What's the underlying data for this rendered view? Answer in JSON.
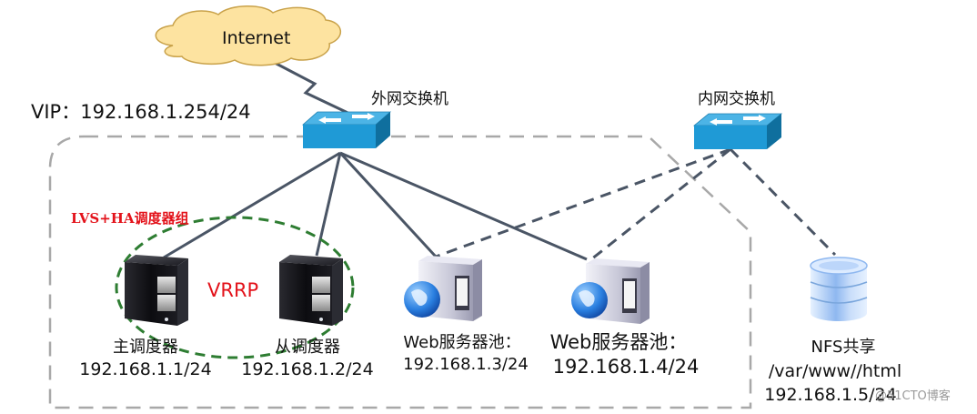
{
  "diagram": {
    "internet": {
      "label": "Internet"
    },
    "vip": {
      "label": "VIP：192.168.1.254/24"
    },
    "outer_switch": {
      "label": "外网交换机"
    },
    "inner_switch": {
      "label": "内网交换机"
    },
    "lvs_group": {
      "label": "LVS+HA调度器组",
      "protocol": "VRRP"
    },
    "nodes": [
      {
        "id": "master",
        "name": "主调度器",
        "ip": "192.168.1.1/24"
      },
      {
        "id": "backup",
        "name": "从调度器",
        "ip": "192.168.1.2/24"
      },
      {
        "id": "web1",
        "name": "Web服务器池：",
        "ip": "192.168.1.3/24"
      },
      {
        "id": "web2",
        "name": "Web服务器池：",
        "ip": "192.168.1.4/24"
      },
      {
        "id": "nfs",
        "name": "NFS共享",
        "path": "/var/www//html",
        "ip": "192.168.1.5/24"
      }
    ],
    "edges": [
      {
        "from": "internet",
        "to": "outer_switch",
        "style": "lightning"
      },
      {
        "from": "outer_switch",
        "to": "master",
        "style": "solid"
      },
      {
        "from": "outer_switch",
        "to": "backup",
        "style": "solid"
      },
      {
        "from": "outer_switch",
        "to": "web1",
        "style": "solid"
      },
      {
        "from": "outer_switch",
        "to": "web2",
        "style": "solid"
      },
      {
        "from": "inner_switch",
        "to": "web1",
        "style": "dashed"
      },
      {
        "from": "inner_switch",
        "to": "web2",
        "style": "dashed"
      },
      {
        "from": "inner_switch",
        "to": "nfs",
        "style": "dashed"
      }
    ],
    "colors": {
      "cloud_fill": "#fde3a0",
      "cloud_stroke": "#c9a24a",
      "switch_top": "#4cb4e6",
      "switch_front": "#1f9ad6",
      "switch_side": "#0f6f9e",
      "link": "#4a5565",
      "boundary": "#a8a8a8",
      "vrrp_ring": "#2e7d32",
      "accent_red": "#e3131b"
    }
  },
  "watermark": "@51CTO博客"
}
